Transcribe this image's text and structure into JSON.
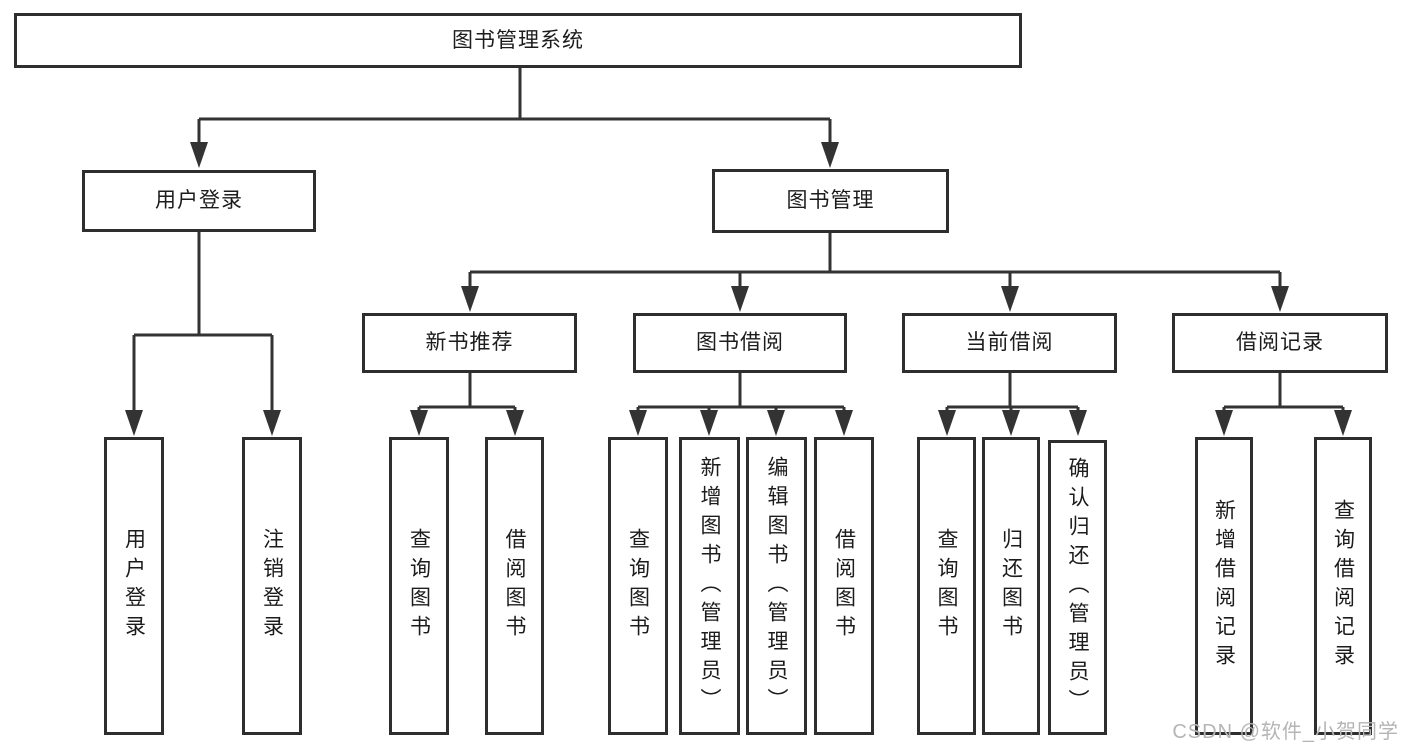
{
  "tree": {
    "root": "图书管理系统",
    "branches": [
      {
        "label": "用户登录",
        "children": [
          "用户登录",
          "注销登录"
        ]
      },
      {
        "label": "图书管理",
        "children": [
          {
            "label": "新书推荐",
            "children": [
              "查询图书",
              "借阅图书"
            ]
          },
          {
            "label": "图书借阅",
            "children": [
              "查询图书",
              "新增图书（管理员）",
              "编辑图书（管理员）",
              "借阅图书"
            ]
          },
          {
            "label": "当前借阅",
            "children": [
              "查询图书",
              "归还图书",
              "确认归还（管理员）"
            ]
          },
          {
            "label": "借阅记录",
            "children": [
              "新增借阅记录",
              "查询借阅记录"
            ]
          }
        ]
      }
    ]
  },
  "watermark": "CSDN @软件_小贺同学",
  "colors": {
    "line": "#333333",
    "box_border": "#2e2e2e",
    "box_fill": "#ffffff",
    "text": "#1c1c1c",
    "watermark": "#b5b5b5",
    "background": "#ffffff"
  }
}
